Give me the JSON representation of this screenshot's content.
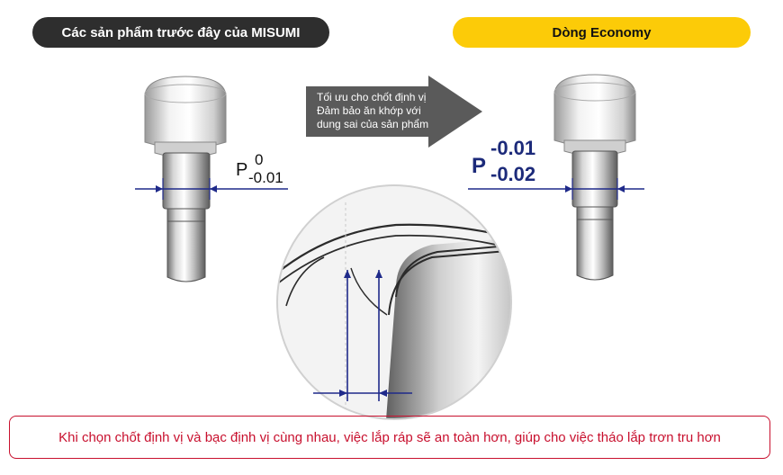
{
  "labels": {
    "previous": "Các sản phẩm trước đây của MISUMI",
    "economy": "Dòng Economy"
  },
  "arrow_text": {
    "line1": "Tối ưu cho chốt định vị",
    "line2": "Đảm bảo ăn khớp với",
    "line3": "dung sai của sản phẩm"
  },
  "left_tolerance": {
    "symbol": "P",
    "upper": "0",
    "lower": "-0.01"
  },
  "right_tolerance": {
    "symbol": "P",
    "upper": "-0.01",
    "lower": "-0.02"
  },
  "note": "Khi chọn chốt định vị và bạc định vị cùng nhau, việc lắp ráp sẽ an toàn hơn, giúp cho việc tháo lắp trơn tru hơn",
  "colors": {
    "dark_pill": "#2e2e2e",
    "yellow_pill": "#fccb08",
    "dimension_blue": "#1f2a8a",
    "tolerance_navy": "#1c2a7a",
    "note_red": "#c8102e",
    "arrow_gray": "#5a5a5a"
  }
}
